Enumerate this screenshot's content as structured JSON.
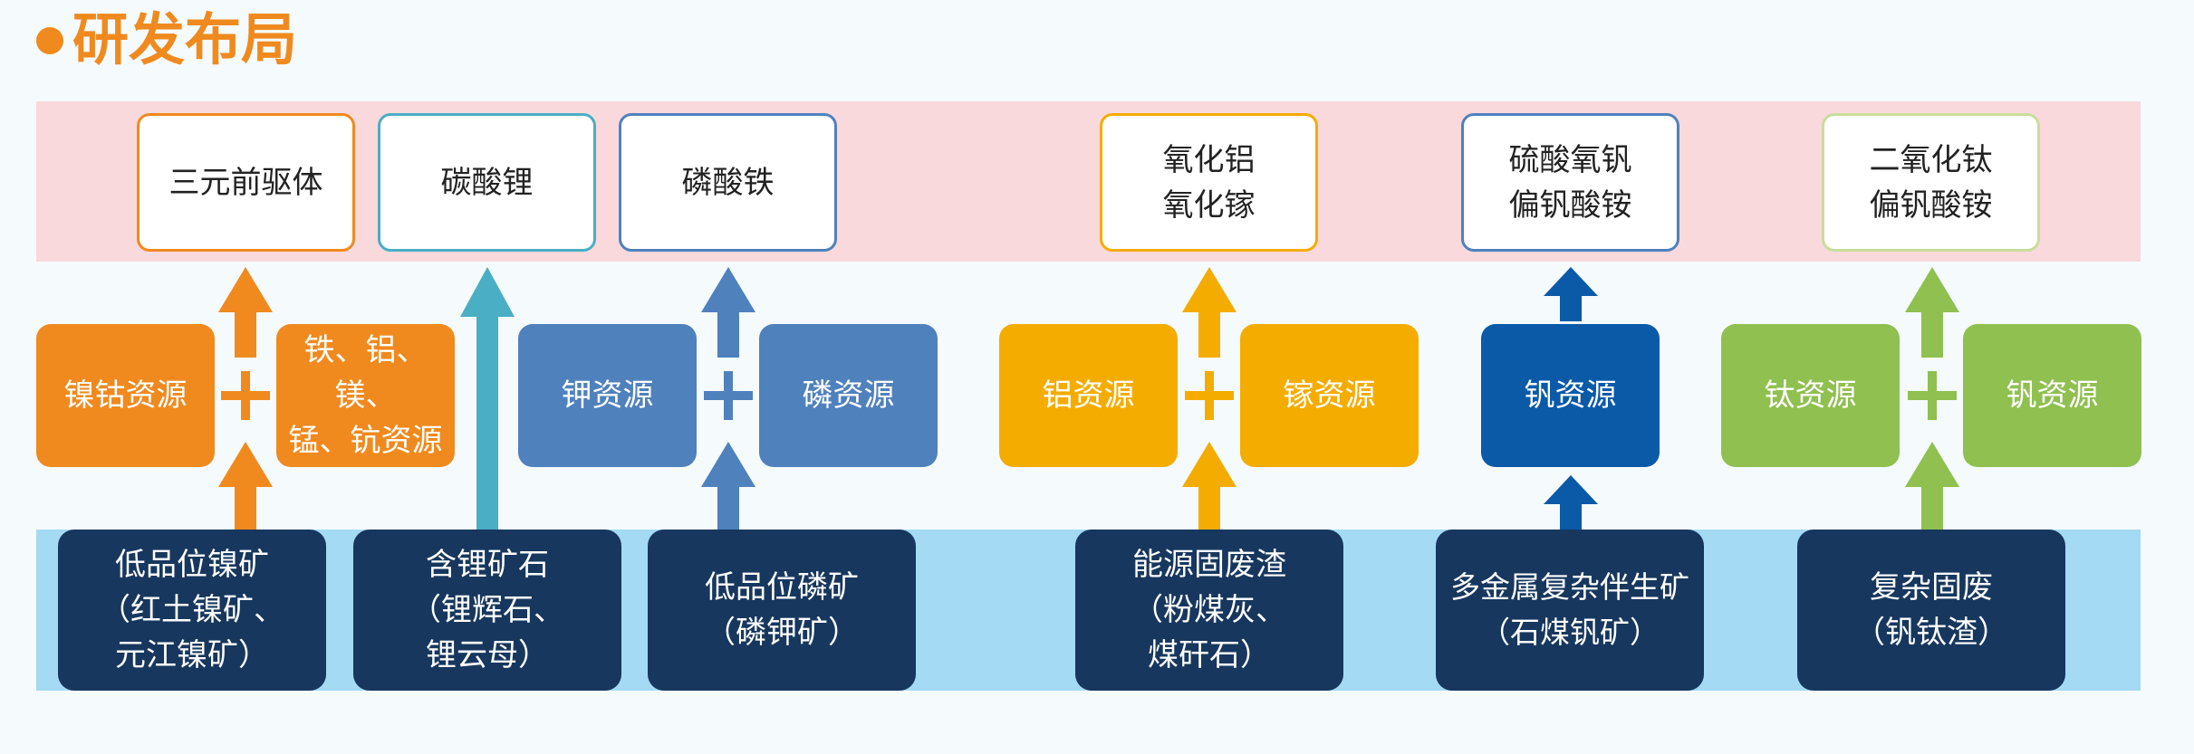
{
  "header": {
    "title": "研发布局"
  },
  "products": [
    "三元前驱体",
    "碳酸锂",
    "磷酸铁",
    "氧化铝\n氧化镓",
    "硫酸氧钒\n偏钒酸铵",
    "二氧化钛\n偏钒酸铵"
  ],
  "resources": [
    "镍钴资源",
    "铁、铝、镁、\n锰、钪资源",
    "钾资源",
    "磷资源",
    "铝资源",
    "镓资源",
    "钒资源",
    "钛资源",
    "钒资源"
  ],
  "ores": [
    "低品位镍矿\n（红土镍矿、\n元江镍矿）",
    "含锂矿石\n（锂辉石、\n锂云母）",
    "低品位磷矿\n（磷钾矿）",
    "能源固废渣\n（粉煤灰、\n煤矸石）",
    "多金属复杂伴生矿\n（石煤钒矿）",
    "复杂固废\n（钒钛渣）"
  ],
  "colors": {
    "title": "#f08a1e",
    "band_top": "#f9d9dc",
    "band_bottom": "#a4daf4",
    "orange": "#f08a1e",
    "teal": "#4aaec4",
    "blue": "#4f81bd",
    "amber": "#f5ac00",
    "navy_blue": "#0a5aa8",
    "green": "#8fc050",
    "ore": "#17375e"
  }
}
